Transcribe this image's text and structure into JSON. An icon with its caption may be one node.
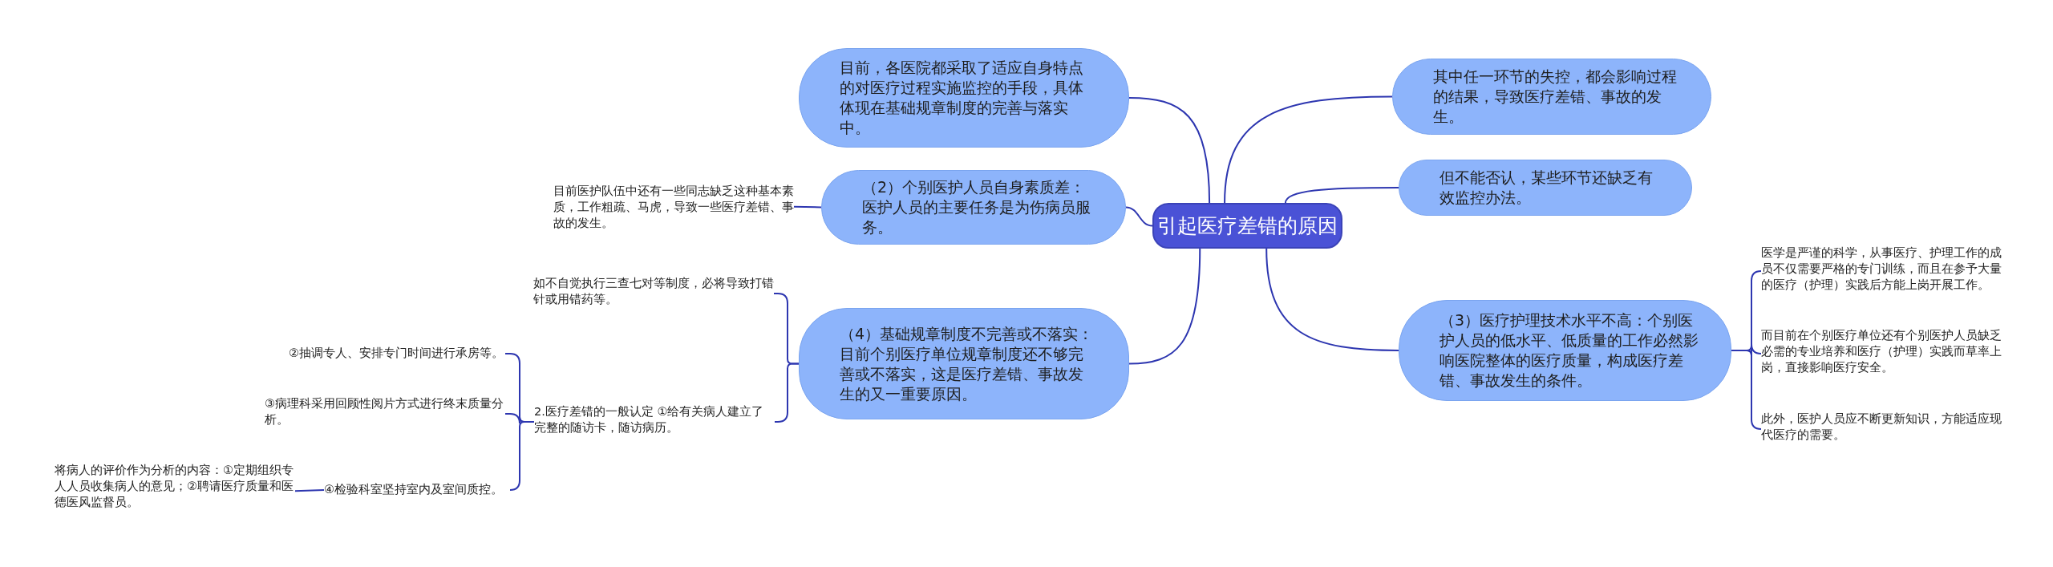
{
  "diagram": {
    "nodes": [
      {
        "text": [
          "引起医疗差错的原因"
        ]
      },
      {
        "text": [
          "目前，各医院都采取了适应自身特点的对医疗过程实施监控的手段，具体体现在基础规章制度的完善与落实中。"
        ]
      },
      {
        "text": [
          "（2）个别医护人员自身素质差：医护人员的主要任务是为伤病员服务。"
        ]
      },
      {
        "text": [
          "目前医护队伍中还有一些同志缺乏这种基本素质，工作粗疏、马虎，导致一些医疗差错、事故的发生。"
        ]
      },
      {
        "text": [
          "（4）基础规章制度不完善或不落实：目前个别医疗单位规章制度还不够完善或不落实，这是医疗差错、事故发生的又一重要原因。"
        ]
      },
      {
        "text": [
          "如不自觉执行三查七对等制度，必将导致打错针或用错药等。"
        ]
      },
      {
        "text": [
          "2.医疗差错的一般认定    ①给有关病人建立了完整的随访卡，随访病历。"
        ]
      },
      {
        "text": [
          "②抽调专人、安排专门时间进行承房等。"
        ]
      },
      {
        "text": [
          "③病理科采用回顾性阅片方式进行终末质量分析。"
        ]
      },
      {
        "text": [
          "④检验科室坚持室内及室间质控。"
        ]
      },
      {
        "text": [
          "将病人的评价作为分析的内容：①定期组织专人人员收集病人的意见；②聘请医疗质量和医德医风监督员。"
        ]
      },
      {
        "text": [
          "其中任一环节的失控，都会影响过程的结果，导致医疗差错、事故的发生。"
        ]
      },
      {
        "text": [
          "但不能否认，某些环节还缺乏有效监控办法。"
        ]
      },
      {
        "text": [
          "（3）医疗护理技术水平不高：个别医护人员的低水平、低质量的工作必然影响医院整体的医疗质量，构成医疗差错、事故发生的条件。"
        ]
      },
      {
        "text": [
          "医学是严谨的科学，从事医疗、护理工作的成员不仅需要严格的专门训练，而且在参予大量的医疗（护理）实践后方能上岗开展工作。"
        ]
      },
      {
        "text": [
          "而目前在个别医疗单位还有个别医护人员缺乏必需的专业培养和医疗（护理）实践而草率上岗，直接影响医疗安全。"
        ]
      },
      {
        "text": [
          "此外，医护人员应不断更新知识，方能适应现代医疗的需要。"
        ]
      }
    ],
    "edges": [
      {
        "from": 0,
        "to": 1,
        "arrow": "none"
      },
      {
        "from": 0,
        "to": 2,
        "arrow": "none"
      },
      {
        "from": 2,
        "to": 3,
        "arrow": "none"
      },
      {
        "from": 0,
        "to": 4,
        "arrow": "none"
      },
      {
        "from": 4,
        "to": 5,
        "arrow": "none"
      },
      {
        "from": 4,
        "to": 6,
        "arrow": "none"
      },
      {
        "from": 6,
        "to": 7,
        "arrow": "none"
      },
      {
        "from": 6,
        "to": 8,
        "arrow": "none"
      },
      {
        "from": 6,
        "to": 9,
        "arrow": "none"
      },
      {
        "from": 9,
        "to": 10,
        "arrow": "none"
      },
      {
        "from": 0,
        "to": 11,
        "arrow": "none"
      },
      {
        "from": 0,
        "to": 12,
        "arrow": "none"
      },
      {
        "from": 0,
        "to": 13,
        "arrow": "none"
      },
      {
        "from": 13,
        "to": 14,
        "arrow": "none"
      },
      {
        "from": 13,
        "to": 15,
        "arrow": "none"
      },
      {
        "from": 13,
        "to": 16,
        "arrow": "none"
      }
    ]
  }
}
